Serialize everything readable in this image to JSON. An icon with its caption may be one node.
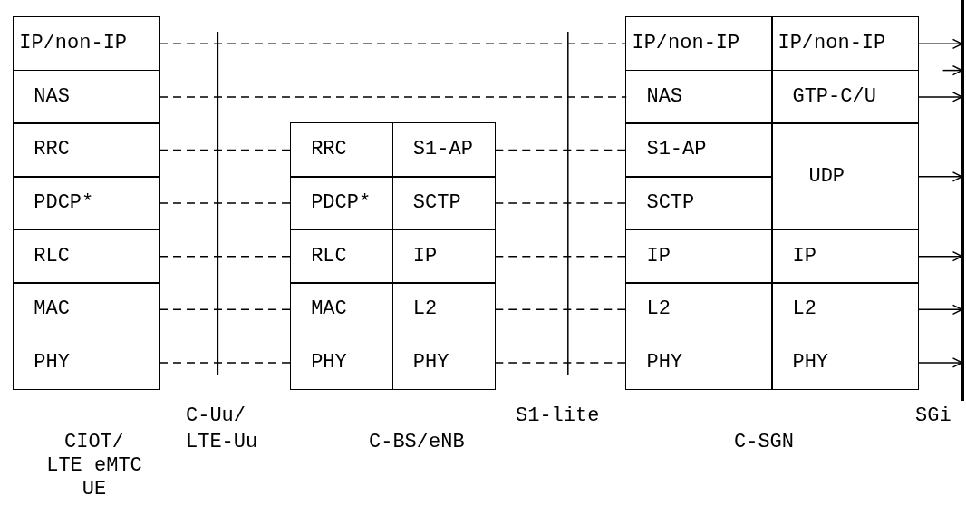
{
  "diagram": {
    "nodes": [
      {
        "text": [
          "IP/non-IP"
        ]
      },
      {
        "text": [
          "IP/non-IP"
        ]
      },
      {
        "text": [
          "IP/non-IP"
        ]
      },
      {
        "text": [
          "NAS"
        ]
      },
      {
        "text": [
          "NAS"
        ]
      },
      {
        "text": [
          "GTP-C/U"
        ]
      },
      {
        "text": [
          "RRC"
        ]
      },
      {
        "text": [
          "RRC"
        ]
      },
      {
        "text": [
          "S1-AP"
        ]
      },
      {
        "text": [
          "S1-AP"
        ]
      },
      {
        "text": [
          "UDP"
        ]
      },
      {
        "text": [
          "PDCP*"
        ]
      },
      {
        "text": [
          "PDCP*"
        ]
      },
      {
        "text": [
          "SCTP"
        ]
      },
      {
        "text": [
          "SCTP"
        ]
      },
      {
        "text": [
          "RLC"
        ]
      },
      {
        "text": [
          "RLC"
        ]
      },
      {
        "text": [
          "IP"
        ]
      },
      {
        "text": [
          "IP"
        ]
      },
      {
        "text": [
          "IP"
        ]
      },
      {
        "text": [
          "MAC"
        ]
      },
      {
        "text": [
          "MAC"
        ]
      },
      {
        "text": [
          "L2"
        ]
      },
      {
        "text": [
          "L2"
        ]
      },
      {
        "text": [
          "L2"
        ]
      },
      {
        "text": [
          "PHY"
        ]
      },
      {
        "text": [
          "PHY"
        ]
      },
      {
        "text": [
          "PHY"
        ]
      },
      {
        "text": [
          "PHY"
        ]
      },
      {
        "text": [
          "PHY"
        ]
      },
      {
        "text": [],
        "shape": "bar"
      }
    ],
    "edges": [
      {
        "from": 0,
        "to": 1,
        "arrow": "none",
        "style": "dashed"
      },
      {
        "from": 2,
        "to": 30,
        "arrow": "to"
      },
      {
        "from": null,
        "to": 30,
        "arrow": "to"
      },
      {
        "from": 3,
        "to": 4,
        "arrow": "none",
        "style": "dashed"
      },
      {
        "from": 5,
        "to": 30,
        "arrow": "to"
      },
      {
        "from": 6,
        "to": 7,
        "arrow": "none",
        "style": "dashed"
      },
      {
        "from": 8,
        "to": 9,
        "arrow": "none",
        "style": "dashed"
      },
      {
        "from": 10,
        "to": 30,
        "arrow": "to"
      },
      {
        "from": 11,
        "to": 12,
        "arrow": "none",
        "style": "dashed"
      },
      {
        "from": 13,
        "to": 14,
        "arrow": "none",
        "style": "dashed"
      },
      {
        "from": 15,
        "to": 16,
        "arrow": "none",
        "style": "dashed"
      },
      {
        "from": 17,
        "to": 18,
        "arrow": "none",
        "style": "dashed"
      },
      {
        "from": 19,
        "to": 30,
        "arrow": "to"
      },
      {
        "from": 20,
        "to": 21,
        "arrow": "none",
        "style": "dashed"
      },
      {
        "from": 22,
        "to": 23,
        "arrow": "none",
        "style": "dashed"
      },
      {
        "from": 24,
        "to": 30,
        "arrow": "to"
      },
      {
        "from": 25,
        "to": 26,
        "arrow": "none",
        "style": "dashed"
      },
      {
        "from": 27,
        "to": 28,
        "arrow": "none",
        "style": "dashed"
      },
      {
        "from": 29,
        "to": 30,
        "arrow": "to"
      }
    ],
    "labels": [
      "C-Uu/ LTE-Uu",
      "S1-lite",
      "SGi",
      "CIOT/ LTE eMTC UE",
      "C-BS/eNB",
      "C-SGN"
    ]
  }
}
